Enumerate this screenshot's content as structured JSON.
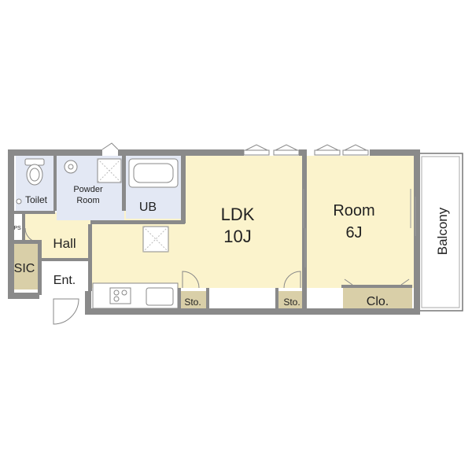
{
  "rooms": {
    "toilet": "Toilet",
    "powder_room_line1": "Powder",
    "powder_room_line2": "Room",
    "ub": "UB",
    "hall": "Hall",
    "sic": "SIC",
    "entrance": "Ent.",
    "ldk": "LDK",
    "ldk_size": "10J",
    "room": "Room",
    "room_size": "6J",
    "storage_1": "Sto.",
    "storage_2": "Sto.",
    "closet": "Clo.",
    "balcony": "Balcony",
    "ps": "PS"
  },
  "colors": {
    "wall": "#8a8a8a",
    "floor_wood": "#fbf3cc",
    "floor_wet": "#e3e8f4",
    "storage": "#d9cfa8",
    "tile": "#ffffff"
  }
}
